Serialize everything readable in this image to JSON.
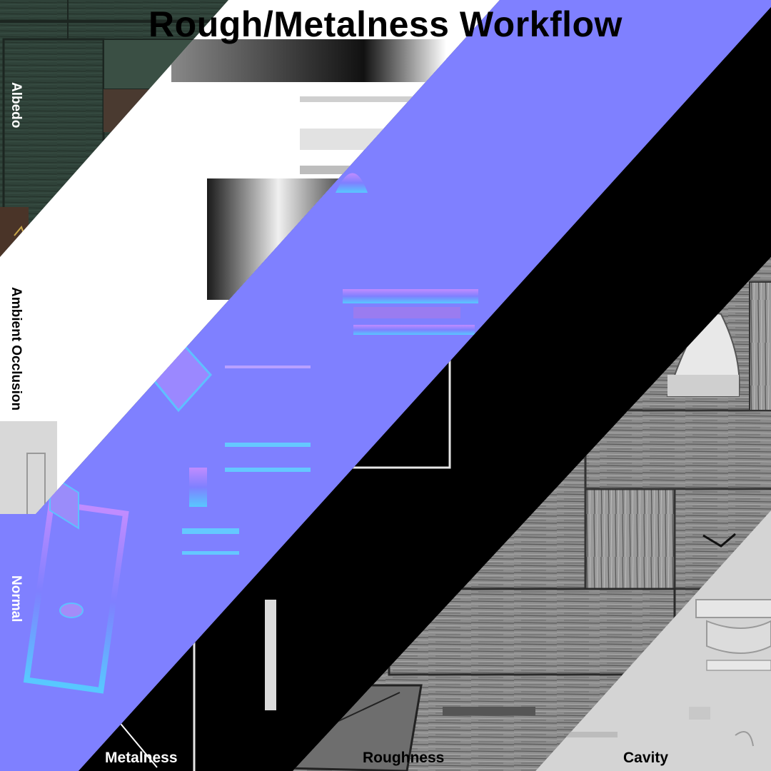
{
  "title": "Rough/Metalness Workflow",
  "maps": [
    {
      "id": "albedo",
      "label": "Albedo",
      "color": "#2e3f38"
    },
    {
      "id": "ambient-occlusion",
      "label": "Ambient Occlusion",
      "color": "#ffffff"
    },
    {
      "id": "normal",
      "label": "Normal",
      "color": "#7f80ff"
    },
    {
      "id": "metalness",
      "label": "Metalness",
      "color": "#000000"
    },
    {
      "id": "roughness",
      "label": "Roughness",
      "color": "#8a8a8a"
    },
    {
      "id": "cavity",
      "label": "Cavity",
      "color": "#d4d4d4"
    }
  ]
}
